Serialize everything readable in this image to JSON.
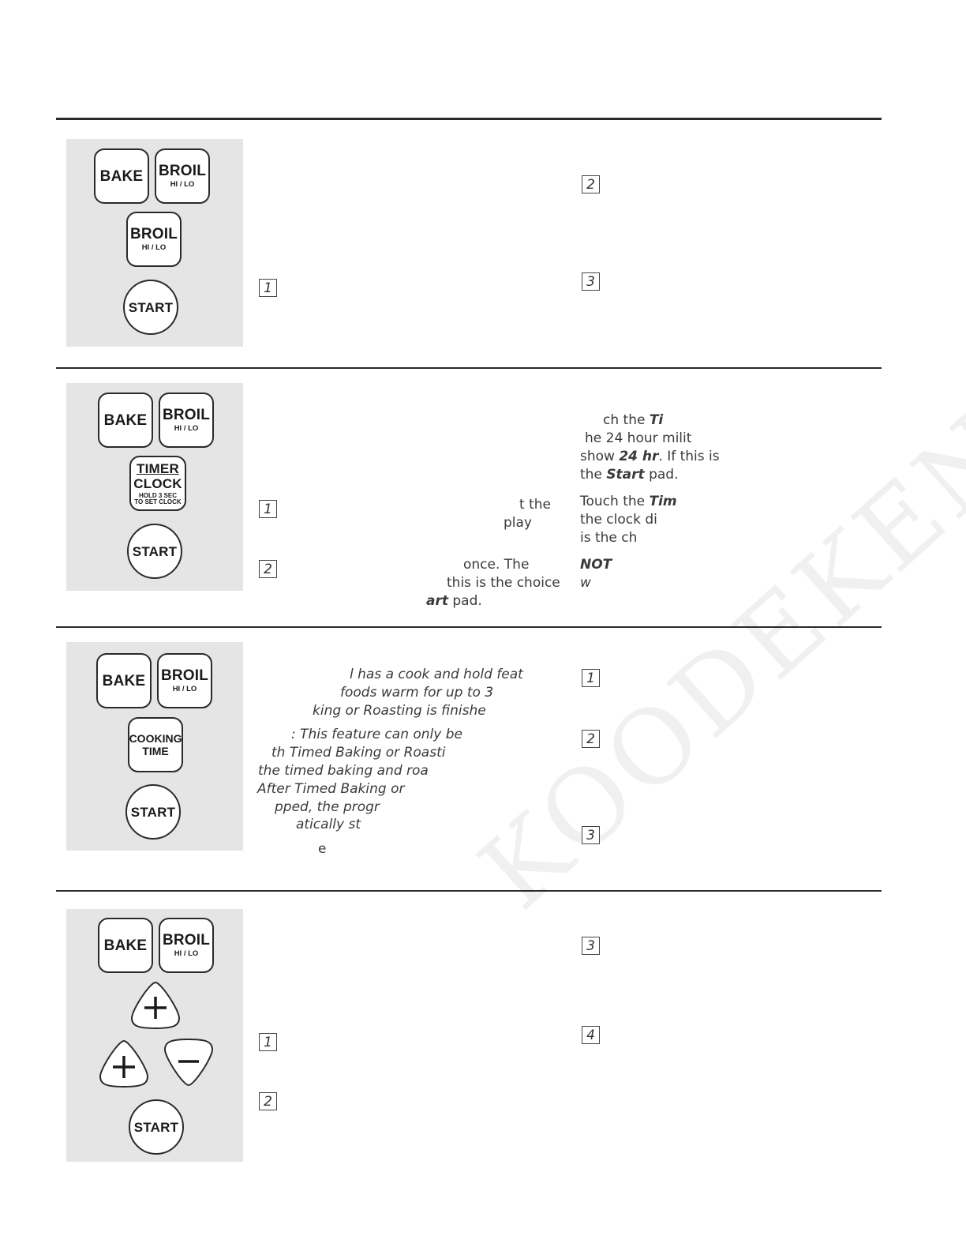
{
  "keys": {
    "bake": "BAKE",
    "broil": "BROIL",
    "broil_sub": "HI / LO",
    "start": "START",
    "timer": "TIMER",
    "clock": "CLOCK",
    "hold_line1": "HOLD 3 SEC",
    "hold_line2": "TO SET CLOCK",
    "cooking": "COOKING",
    "time": "TIME"
  },
  "step_numbers": {
    "one": "1",
    "two": "2",
    "three": "3",
    "four": "4"
  },
  "section2": {
    "right": {
      "l1a": "ch the ",
      "l1b": "Ti",
      "l2": "he 24 hour milit",
      "l3a": "show ",
      "l3b": "24 hr",
      "l3c": ". If this is",
      "l4a": "the ",
      "l4b": "Start",
      "l4c": " pad.",
      "l5a": "Touch the ",
      "l5b": "Tim",
      "l6": "the clock di",
      "l7": "is the ch",
      "l8": "NOT",
      "l9": "w"
    },
    "left": {
      "l1": "t the",
      "l2": "play",
      "l3": "once. The",
      "l4": "this is the choice",
      "l5a": "art",
      "l5b": " pad."
    }
  },
  "section3": {
    "left": {
      "l1": "l has a cook and hold feat",
      "l2": "foods warm for up to 3",
      "l3": "king or Roasting is finishe",
      "l4": ": This feature can only be",
      "l5": "th Timed Baking or Roasti",
      "l6": "the timed baking and roa",
      "l7": "After Timed Baking or",
      "l8": "pped, the progr",
      "l9": "atically st",
      "l10": "e"
    }
  },
  "watermark": "KOODEKEN"
}
